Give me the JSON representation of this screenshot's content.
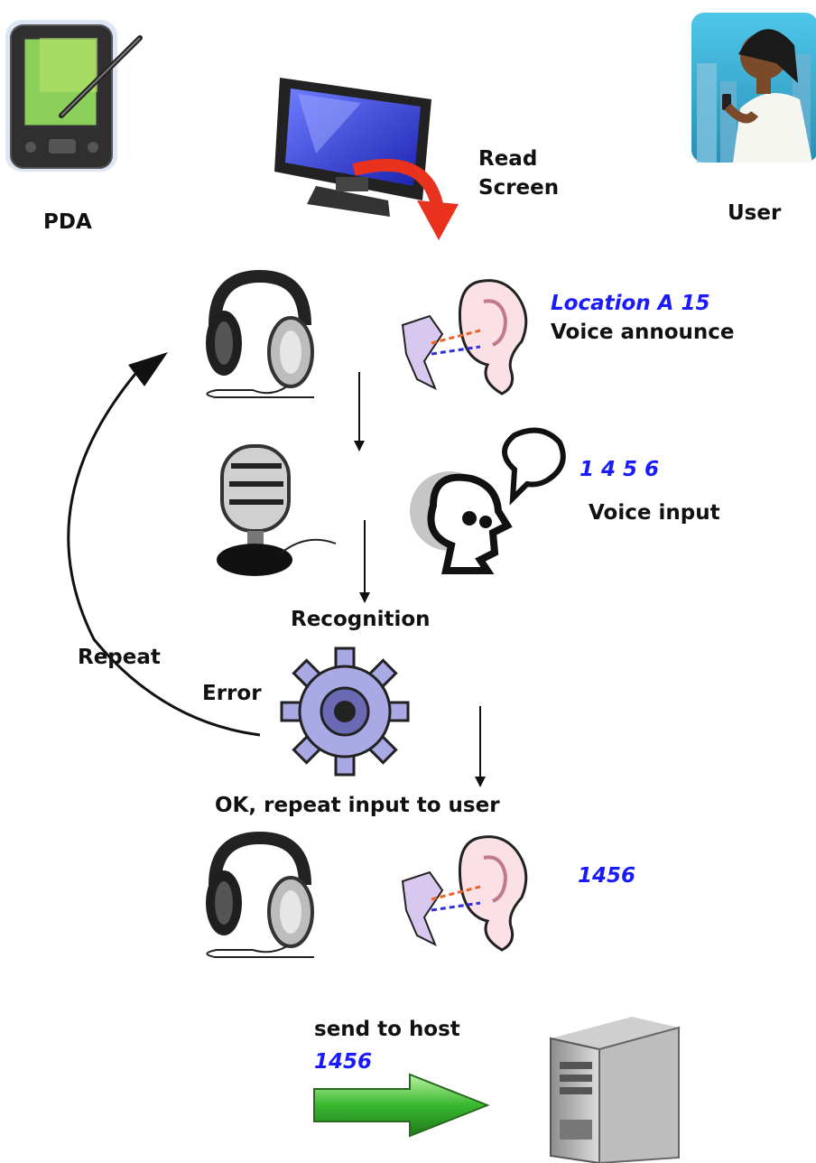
{
  "labels": {
    "pda": "PDA",
    "read_screen_line1": "Read",
    "read_screen_line2": "Screen",
    "user": "User",
    "location": "Location A 15",
    "voice_announce": "Voice announce",
    "digits_spoken": "1 4 5 6",
    "voice_input": "Voice input",
    "recognition": "Recognition",
    "repeat": "Repeat",
    "error": "Error",
    "ok_repeat": "OK, repeat input to user",
    "repeated_value": "1456",
    "send_to_host": "send to host",
    "sent_value": "1456"
  },
  "colors": {
    "text": "#111111",
    "value_text": "#1a1aff",
    "arrow_green": "#2fb52f",
    "arrow_red": "#e8321e",
    "gear": "#a9a9e6"
  },
  "icons": [
    "pda-icon",
    "monitor-icon",
    "user-photo",
    "headphones-icon",
    "ear-icon",
    "microphone-icon",
    "speaking-head-icon",
    "gear-icon",
    "server-icon"
  ]
}
